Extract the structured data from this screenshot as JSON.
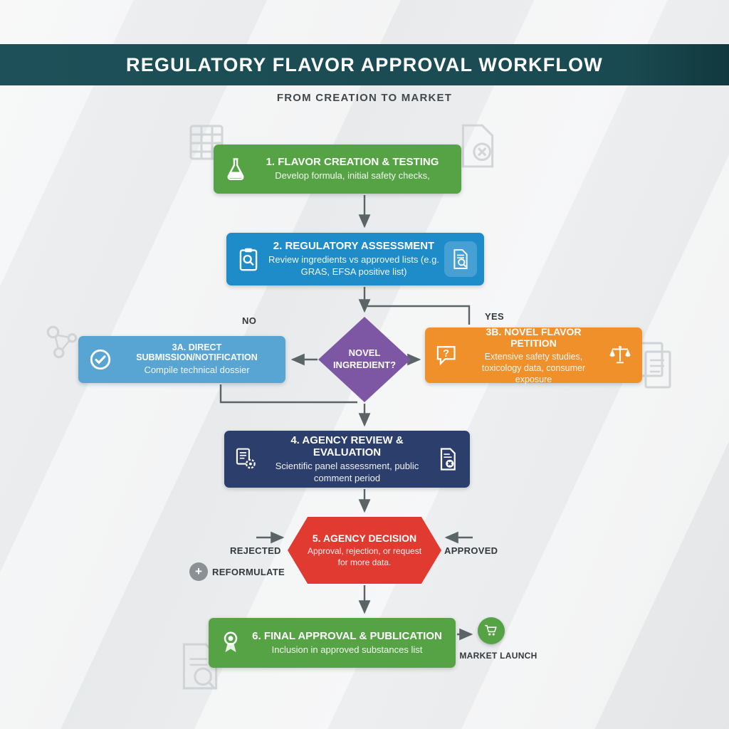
{
  "page": {
    "title": "REGULATORY FLAVOR APPROVAL WORKFLOW",
    "subtitle": "FROM CREATION TO MARKET"
  },
  "colors": {
    "header_teal": "#1a4a51",
    "step_green": "#55a344",
    "step_blue": "#1f8cca",
    "decision_purple": "#7d57a3",
    "step_lightblue": "#58a5d3",
    "step_orange": "#f0902a",
    "step_navy": "#2c3e6c",
    "decision_red": "#e13b31",
    "arrow_gray": "#5b6568"
  },
  "icons": {
    "question_mark": "?",
    "reformulate_plus": "+"
  },
  "nodes": {
    "step1": {
      "icon": "flask-icon",
      "title": "1. FLAVOR CREATION & TESTING",
      "desc": "Develop formula, initial safety checks,"
    },
    "step2": {
      "icon": "clipboard-search-icon",
      "icon_right": "document-search-icon",
      "title": "2. REGULATORY ASSESSMENT",
      "desc": "Review ingredients vs approved lists (e.g. GRAS, EFSA positive list)"
    },
    "decision_novel": {
      "title": "NOVEL INGREDIENT?",
      "branch_no": "NO",
      "branch_yes": "YES"
    },
    "step3a": {
      "icon": "check-circle-icon",
      "title": "3A. DIRECT SUBMISSION/NOTIFICATION",
      "desc": "Compile technical dossier"
    },
    "step3b": {
      "icon": "question-bubble-icon",
      "icon_right": "scales-icon",
      "title": "3B. NOVEL FLAVOR PETITION",
      "desc": "Extensive safety studies, toxicology data, consumer exposure"
    },
    "step4": {
      "icon": "documents-gear-icon",
      "icon_right": "document-x-icon",
      "title": "4. AGENCY REVIEW & EVALUATION",
      "desc": "Scientific panel assessment, public comment period"
    },
    "step5": {
      "title": "5. AGENCY DECISION",
      "desc": "Approval, rejection, or request for more data.",
      "label_rejected": "REJECTED",
      "label_approved": "APPROVED",
      "label_reformulate": "REFORMULATE"
    },
    "step6": {
      "icon": "award-ribbon-icon",
      "title": "6. FINAL APPROVAL & PUBLICATION",
      "desc": "Inclusion in approved substances list"
    },
    "market": {
      "icon": "cart-icon",
      "label": "MARKET LAUNCH"
    }
  }
}
